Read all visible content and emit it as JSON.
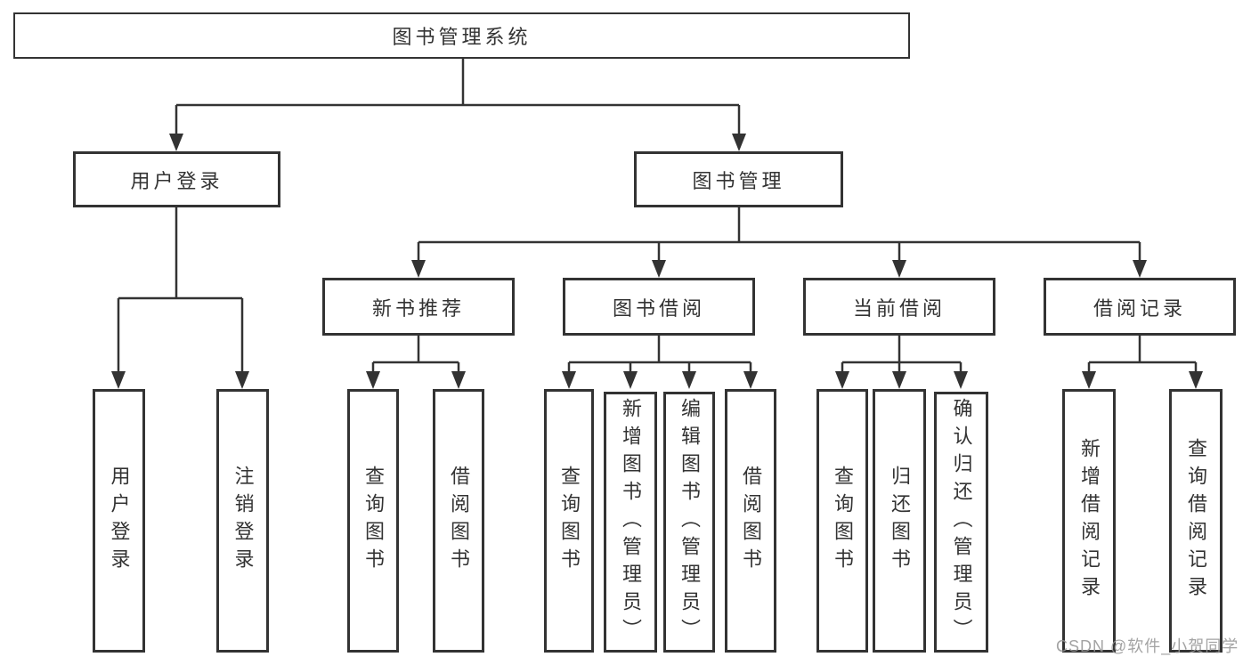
{
  "page": {
    "background": "#ffffff",
    "line_color": "#333333",
    "text_color": "#333333"
  },
  "watermark": {
    "text": "CSDN @软件_小贺同学",
    "color": "#979797"
  },
  "diagram": {
    "type": "functional-structure-tree",
    "tree": {
      "label": "图书管理系统",
      "children": [
        {
          "label": "用户登录",
          "children": [
            {
              "label": "用户登录"
            },
            {
              "label": "注销登录"
            }
          ]
        },
        {
          "label": "图书管理",
          "children": [
            {
              "label": "新书推荐",
              "children": [
                {
                  "label": "查询图书"
                },
                {
                  "label": "借阅图书"
                }
              ]
            },
            {
              "label": "图书借阅",
              "children": [
                {
                  "label": "查询图书"
                },
                {
                  "label": "新增图书（管理员）"
                },
                {
                  "label": "编辑图书（管理员）"
                },
                {
                  "label": "借阅图书"
                }
              ]
            },
            {
              "label": "当前借阅",
              "children": [
                {
                  "label": "查询图书"
                },
                {
                  "label": "归还图书"
                },
                {
                  "label": "确认归还（管理员）"
                }
              ]
            },
            {
              "label": "借阅记录",
              "children": [
                {
                  "label": "新增借阅记录"
                },
                {
                  "label": "查询借阅记录"
                }
              ]
            }
          ]
        }
      ]
    }
  }
}
